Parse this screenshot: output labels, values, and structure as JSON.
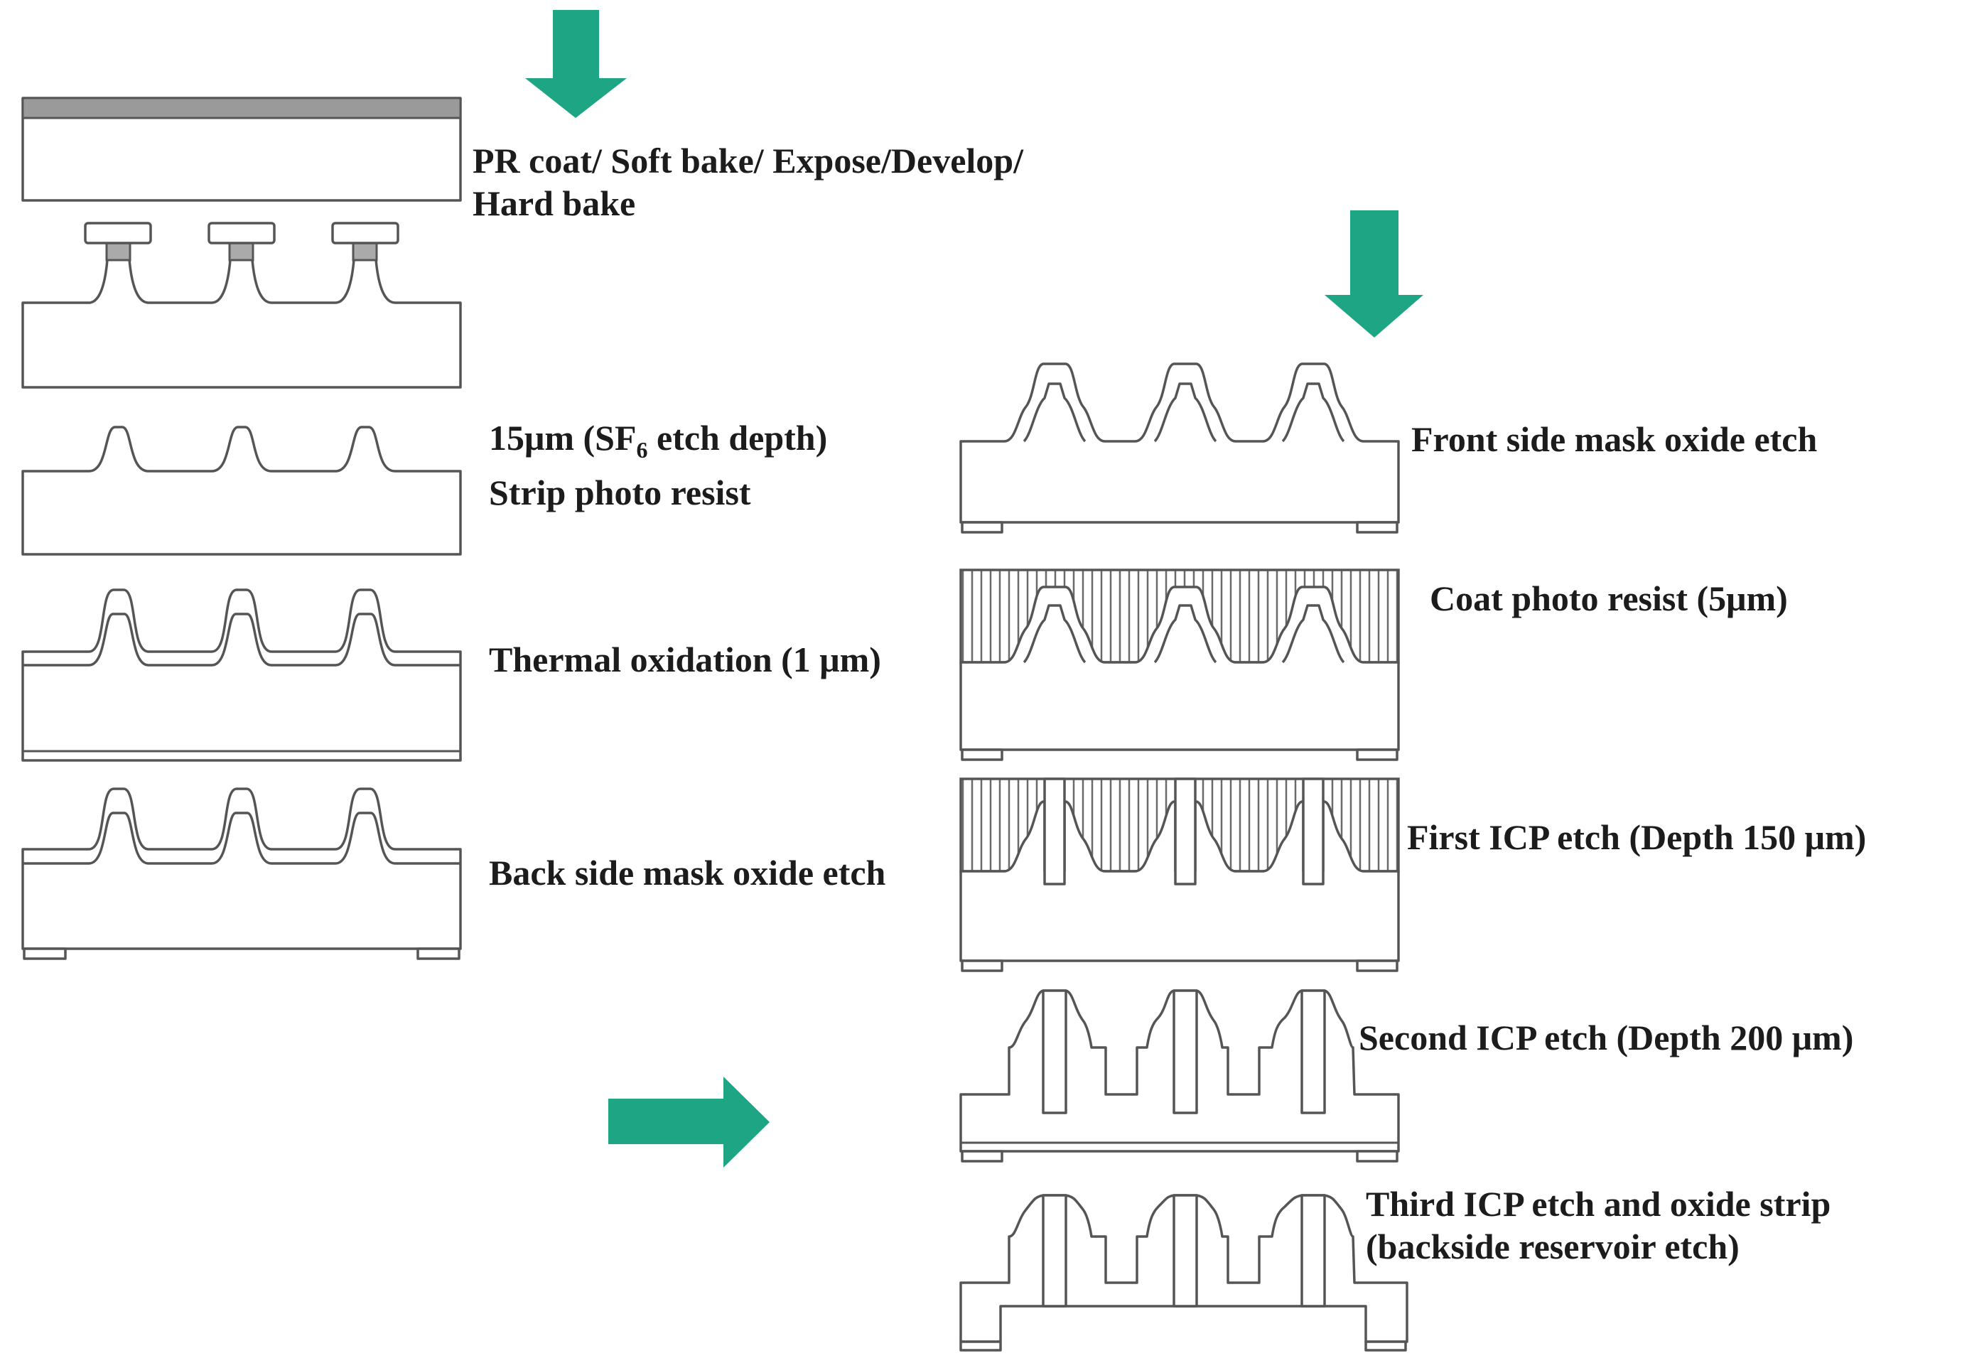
{
  "colors": {
    "arrow": "#1ea584",
    "outline": "#555555",
    "pr_layer": "#9a9a9a",
    "text": "#1c1c1c"
  },
  "icons": {
    "arrow_1": "down-arrow",
    "arrow_2": "down-arrow",
    "arrow_3": "right-arrow"
  },
  "steps": {
    "pr_coat": {
      "line1": "PR coat/ Soft bake/ Expose/Develop/",
      "line2": "Hard bake"
    },
    "sf6_etch": {
      "line1_pre": "15μm (SF",
      "line1_sub": "6",
      "line1_post": " etch depth)",
      "line2": "Strip photo resist"
    },
    "thermal_oxidation": "Thermal oxidation (1 μm)",
    "back_side_etch": "Back side mask oxide etch",
    "front_side_etch": "Front side mask oxide etch",
    "coat_pr": "Coat photo resist (5μm)",
    "first_icp": "First ICP etch (Depth 150 μm)",
    "second_icp": "Second  ICP etch (Depth 200 μm)",
    "third_icp": {
      "line1": "Third ICP etch and oxide strip",
      "line2": "(backside reservoir   etch)"
    }
  }
}
